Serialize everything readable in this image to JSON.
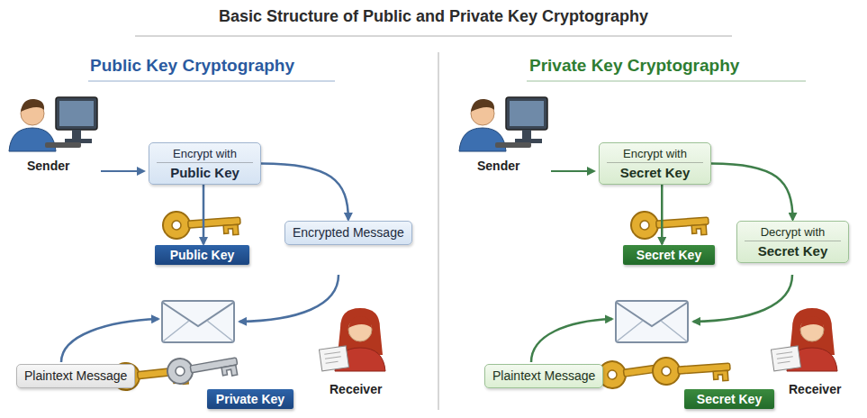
{
  "diagram": {
    "title": "Basic Structure of Public and Private Key Cryptography",
    "nodes": [
      {
        "text": [
          "Encrypt with",
          "Public Key"
        ]
      },
      {
        "text": [
          "Public Key"
        ]
      },
      {
        "text": [
          "Encrypted Message"
        ]
      },
      {
        "text": [
          "Plaintext Message"
        ]
      },
      {
        "text": [
          "Private Key"
        ]
      },
      {
        "text": [
          "Encrypt with",
          "Secret Key"
        ]
      },
      {
        "text": [
          "Secret Key"
        ]
      },
      {
        "text": [
          "Decrypt with",
          "Secret Key"
        ]
      },
      {
        "text": [
          "Plaintext Message"
        ]
      },
      {
        "text": [
          "Secret Key"
        ]
      }
    ],
    "edges": [
      {
        "from": 0,
        "to": 1,
        "arrow": "to"
      },
      {
        "from": 0,
        "to": 2,
        "arrow": "to"
      },
      {
        "from": 5,
        "to": 6,
        "arrow": "to"
      },
      {
        "from": 5,
        "to": 7,
        "arrow": "to"
      }
    ],
    "labels": [
      "Public Key Cryptography",
      "Private Key Cryptography",
      "Sender",
      "Receiver",
      "Sender",
      "Receiver"
    ]
  }
}
